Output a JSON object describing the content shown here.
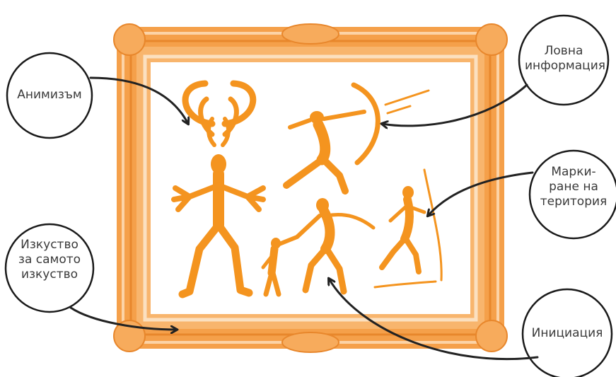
{
  "labels": {
    "animism": [
      "Анимизъм"
    ],
    "hunting": [
      "Ловна",
      "информация"
    ],
    "territory": [
      "Марки-",
      "ране на",
      "територия"
    ],
    "art": [
      "Изкуство",
      "за самото",
      "изкуство"
    ],
    "initiation": [
      "Инициация"
    ]
  },
  "colors": {
    "frame": "#f5a04a",
    "frame_dark": "#e8872c",
    "frame_light": "#fcd3a6",
    "figures": "#f4941f",
    "arrows": "#222222",
    "background": "#ffffff"
  }
}
